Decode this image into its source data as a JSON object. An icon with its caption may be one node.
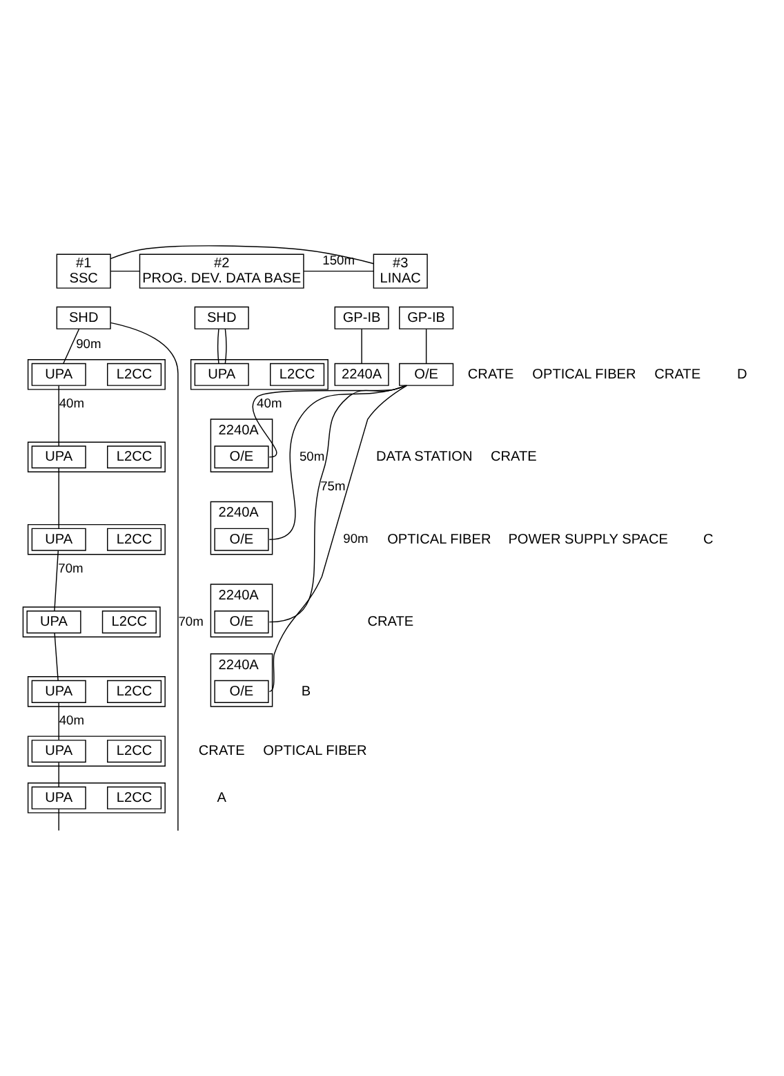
{
  "diagram": {
    "nodes": [
      {
        "text": [
          "#1",
          "SSC"
        ]
      },
      {
        "text": [
          "#2",
          "PROG. DEV. DATA BASE"
        ]
      },
      {
        "text": [
          "#3",
          "LINAC"
        ]
      },
      {
        "text": [
          "SHD"
        ]
      },
      {
        "text": [
          "SHD"
        ]
      },
      {
        "text": [
          "GP-IB"
        ]
      },
      {
        "text": [
          "GP-IB"
        ]
      },
      {
        "text": [
          "2240A"
        ]
      },
      {
        "text": [
          "O/E"
        ]
      },
      {
        "text": [],
        "shape": "box"
      },
      {
        "text": [
          "UPA"
        ],
        "in": 9
      },
      {
        "text": [
          "L2CC"
        ],
        "in": 9
      },
      {
        "text": [],
        "shape": "box"
      },
      {
        "text": [
          "UPA"
        ],
        "in": 12
      },
      {
        "text": [
          "L2CC"
        ],
        "in": 12
      },
      {
        "text": [],
        "shape": "box"
      },
      {
        "text": [
          "UPA"
        ],
        "in": 15
      },
      {
        "text": [
          "L2CC"
        ],
        "in": 15
      },
      {
        "text": [],
        "shape": "box"
      },
      {
        "text": [
          "UPA"
        ],
        "in": 18
      },
      {
        "text": [
          "L2CC"
        ],
        "in": 18
      },
      {
        "text": [],
        "shape": "box"
      },
      {
        "text": [
          "UPA"
        ],
        "in": 21
      },
      {
        "text": [
          "L2CC"
        ],
        "in": 21
      },
      {
        "text": [],
        "shape": "box"
      },
      {
        "text": [
          "UPA"
        ],
        "in": 24
      },
      {
        "text": [
          "L2CC"
        ],
        "in": 24
      },
      {
        "text": [],
        "shape": "box"
      },
      {
        "text": [
          "UPA"
        ],
        "in": 27
      },
      {
        "text": [
          "L2CC"
        ],
        "in": 27
      },
      {
        "text": [],
        "shape": "box"
      },
      {
        "text": [
          "UPA"
        ],
        "in": 30
      },
      {
        "text": [
          "L2CC"
        ],
        "in": 30
      },
      {
        "text": [
          "2240A"
        ]
      },
      {
        "text": [
          "O/E"
        ],
        "in": 33
      },
      {
        "text": [
          "2240A"
        ]
      },
      {
        "text": [
          "O/E"
        ],
        "in": 35
      },
      {
        "text": [
          "2240A"
        ]
      },
      {
        "text": [
          "O/E"
        ],
        "in": 37
      },
      {
        "text": [
          "2240A"
        ]
      },
      {
        "text": [
          "O/E"
        ],
        "in": 39
      }
    ],
    "edges": [
      {
        "from": 0,
        "to": 2,
        "arrow": "none"
      },
      {
        "from": 0,
        "to": 1,
        "arrow": "none"
      },
      {
        "from": 1,
        "to": 2,
        "label": "150m",
        "arrow": "none"
      },
      {
        "from": 3,
        "to": 13,
        "label": "90m",
        "arrow": "none"
      },
      {
        "from": 3,
        "to": null,
        "label": "70m",
        "arrow": "none"
      },
      {
        "from": 4,
        "to": 10,
        "arrow": "none"
      },
      {
        "from": 4,
        "to": 10,
        "arrow": "none"
      },
      {
        "from": 5,
        "to": 7,
        "arrow": "none"
      },
      {
        "from": 6,
        "to": 8,
        "arrow": "none"
      },
      {
        "from": 8,
        "to": 34,
        "label": "40m",
        "arrow": "none"
      },
      {
        "from": 8,
        "to": 36,
        "label": "50m",
        "arrow": "none"
      },
      {
        "from": 8,
        "to": 38,
        "label": "75m",
        "arrow": "none"
      },
      {
        "from": 8,
        "to": 40,
        "label": "90m",
        "arrow": "none"
      },
      {
        "from": 13,
        "to": 16,
        "label": "40m",
        "arrow": "none"
      },
      {
        "from": 16,
        "to": 19,
        "arrow": "none"
      },
      {
        "from": 19,
        "to": 22,
        "label": "70m",
        "arrow": "none"
      },
      {
        "from": 22,
        "to": 25,
        "arrow": "none"
      },
      {
        "from": 25,
        "to": 28,
        "label": "40m",
        "arrow": "none"
      },
      {
        "from": 28,
        "to": 31,
        "arrow": "none"
      },
      {
        "from": 31,
        "to": null,
        "arrow": "none"
      }
    ],
    "labels": [
      "CRATE",
      "OPTICAL FIBER",
      "CRATE",
      "D",
      "OPTICAL FIBER",
      "DATA STATION",
      "POWER SUPPLY SPACE",
      "CRATE",
      "C",
      "CRATE",
      "B",
      "CRATE",
      "A",
      "OPTICAL FIBER"
    ]
  }
}
